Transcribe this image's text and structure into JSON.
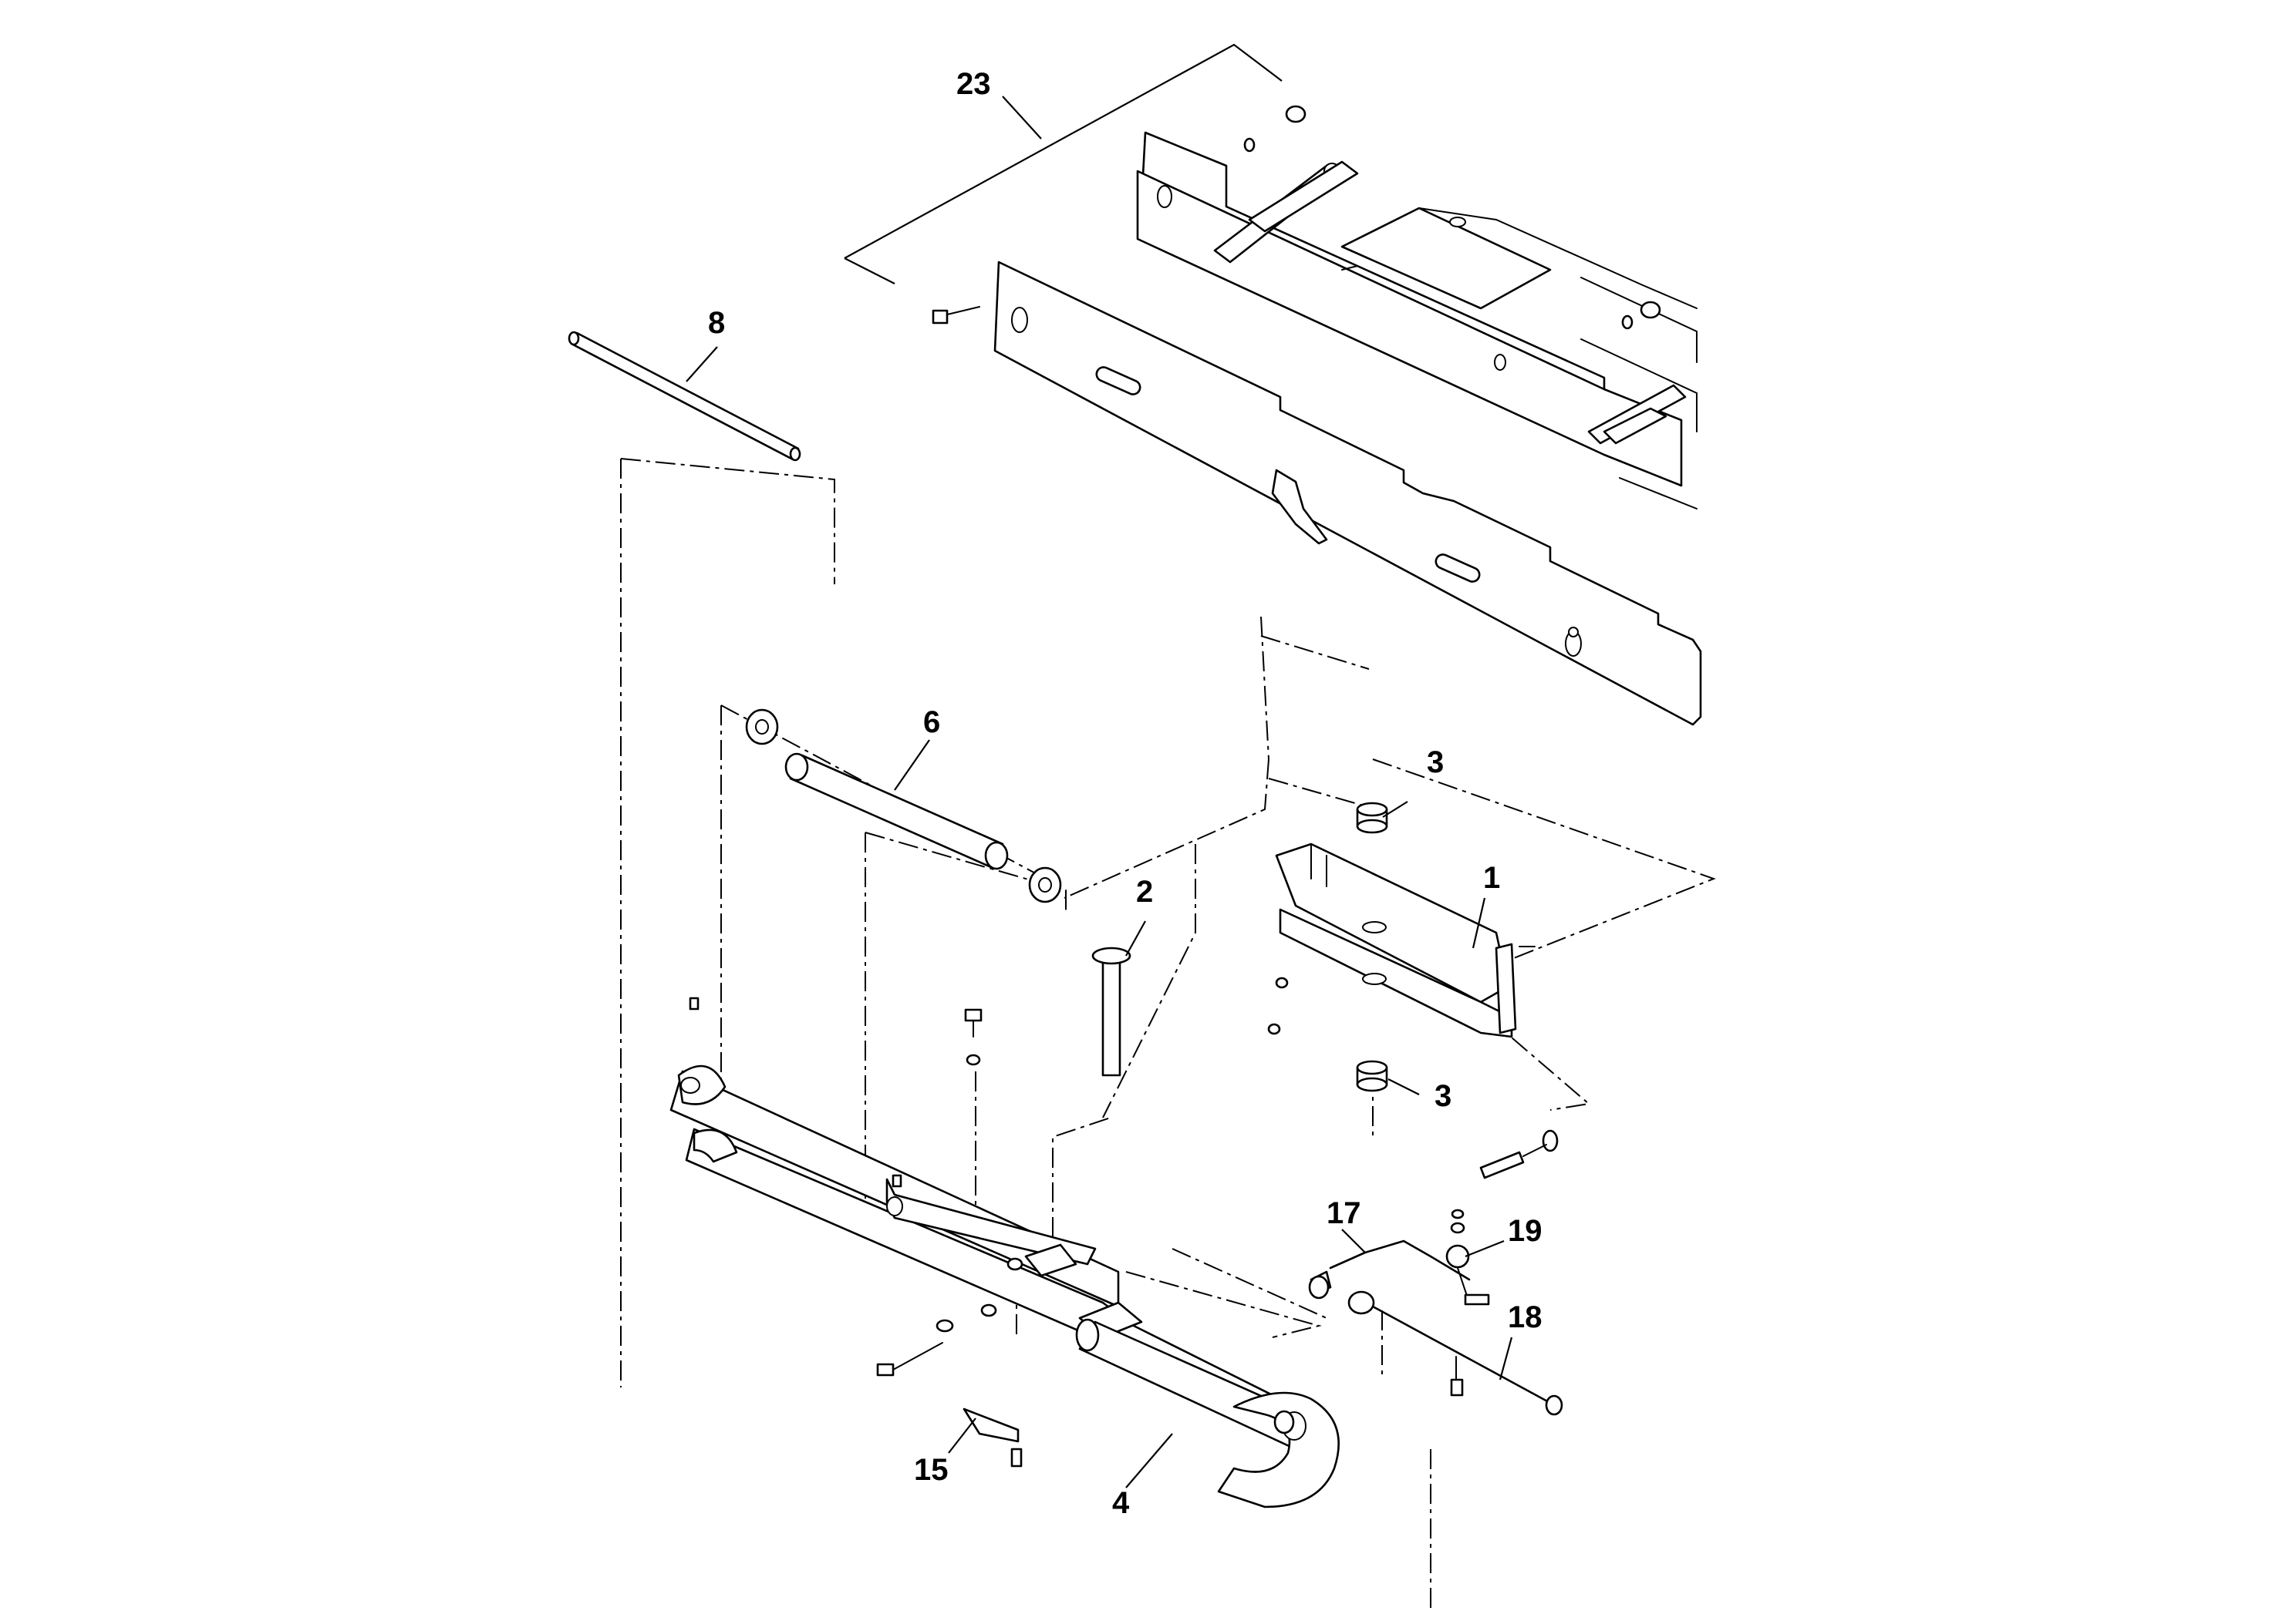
{
  "diagram": {
    "callouts": [
      {
        "id": "c23",
        "label": "23"
      },
      {
        "id": "c8",
        "label": "8"
      },
      {
        "id": "c6",
        "label": "6"
      },
      {
        "id": "c3a",
        "label": "3"
      },
      {
        "id": "c1",
        "label": "1"
      },
      {
        "id": "c2",
        "label": "2"
      },
      {
        "id": "c3b",
        "label": "3"
      },
      {
        "id": "c17",
        "label": "17"
      },
      {
        "id": "c19",
        "label": "19"
      },
      {
        "id": "c18",
        "label": "18"
      },
      {
        "id": "c15",
        "label": "15"
      },
      {
        "id": "c4",
        "label": "4"
      }
    ]
  }
}
